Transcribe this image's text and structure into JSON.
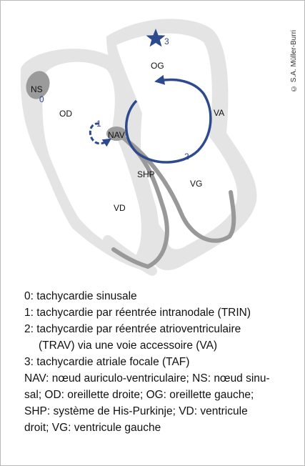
{
  "copyright": "© S.A. Müller-Burri",
  "colors": {
    "heart": "#e4e4e4",
    "node": "#9b9b9b",
    "conduction": "#999999",
    "arrow": "#2d4a8f"
  },
  "labels": {
    "ns": "NS",
    "od": "OD",
    "og": "OG",
    "va": "VA",
    "nav": "NAV",
    "shp": "SHP",
    "vg": "VG",
    "vd": "VD"
  },
  "markers": {
    "n0": "0",
    "n1": "1",
    "n2": "2",
    "n3": "3"
  },
  "legend": {
    "l0": "0: tachycardie sinusale",
    "l1": "1: tachycardie par réentrée intranodale (TRIN)",
    "l2a": "2: tachycardie par réentrée atrioventriculaire",
    "l2b": "(TRAV) via une voie accessoire (VA)",
    "l3": "3: tachycardie atriale focale (TAF)",
    "abbr1": "NAV: nœud auriculo-ventriculaire; NS: nœud sinu-",
    "abbr2": "sal; OD: oreillette droite; OG: oreillette gauche;",
    "abbr3": "SHP: système de His-Purkinje; VD: ventricule",
    "abbr4": "droit; VG: ventricule gauche"
  }
}
